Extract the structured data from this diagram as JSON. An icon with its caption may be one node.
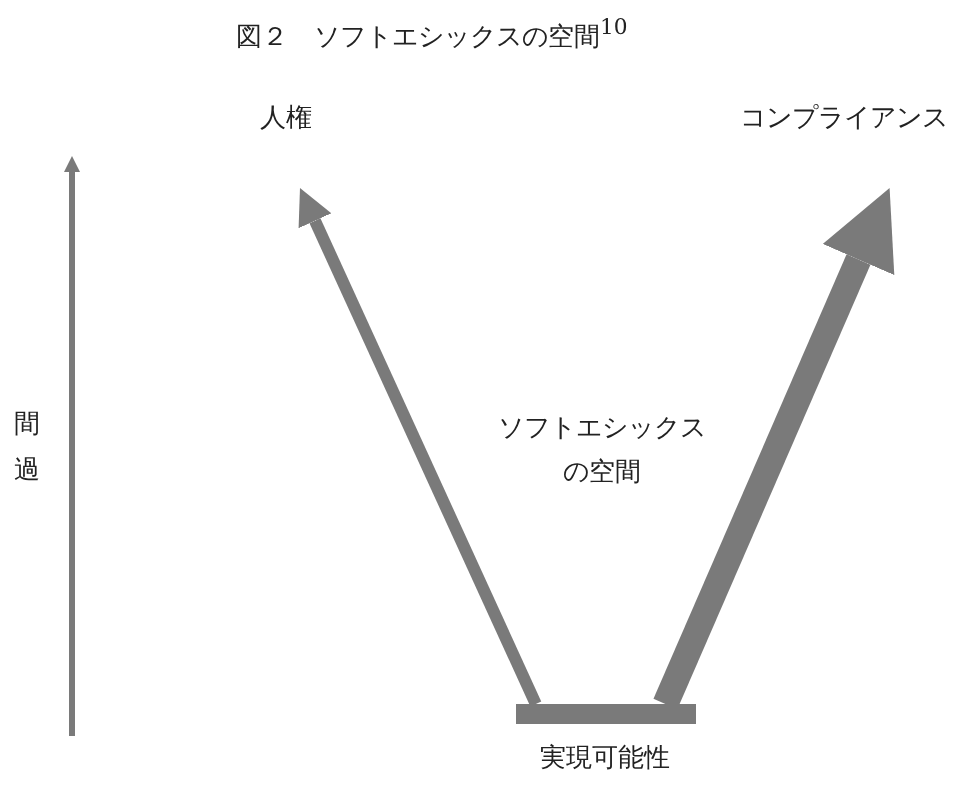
{
  "diagram": {
    "title": "図２　ソフトエシックスの空間$^{10}$",
    "nodes": [
      {
        "text": [
          "人権"
        ]
      },
      {
        "text": [
          "コンプライアンス"
        ]
      },
      {
        "text": [
          "実現可能性"
        ]
      }
    ],
    "edges": [
      {
        "from": 2,
        "to": 0,
        "arrow": "to"
      },
      {
        "from": 2,
        "to": 1,
        "arrow": "to",
        "style": "thick"
      }
    ],
    "labels": [
      "間",
      "過",
      "ソフトエシックスの空間"
    ]
  }
}
